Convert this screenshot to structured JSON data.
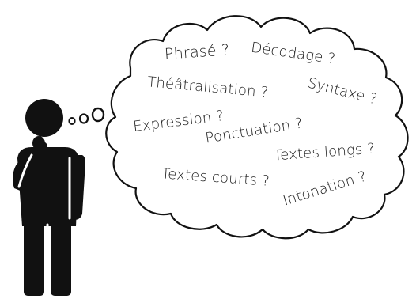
{
  "illustration": {
    "figure_icon": "thinking-person-icon",
    "thought_bubble_icon": "thought-cloud-icon",
    "ink_color": "#111111",
    "background_color": "#ffffff"
  },
  "thoughts": {
    "phrase": "Phrasé ?",
    "decodage": "Décodage ?",
    "theatralisation": "Théâtralisation ?",
    "syntaxe": "Syntaxe ?",
    "expression": "Expression ?",
    "ponctuation": "Ponctuation ?",
    "textes_longs": "Textes longs ?",
    "textes_courts": "Textes courts ?",
    "intonation": "Intonation ?"
  }
}
